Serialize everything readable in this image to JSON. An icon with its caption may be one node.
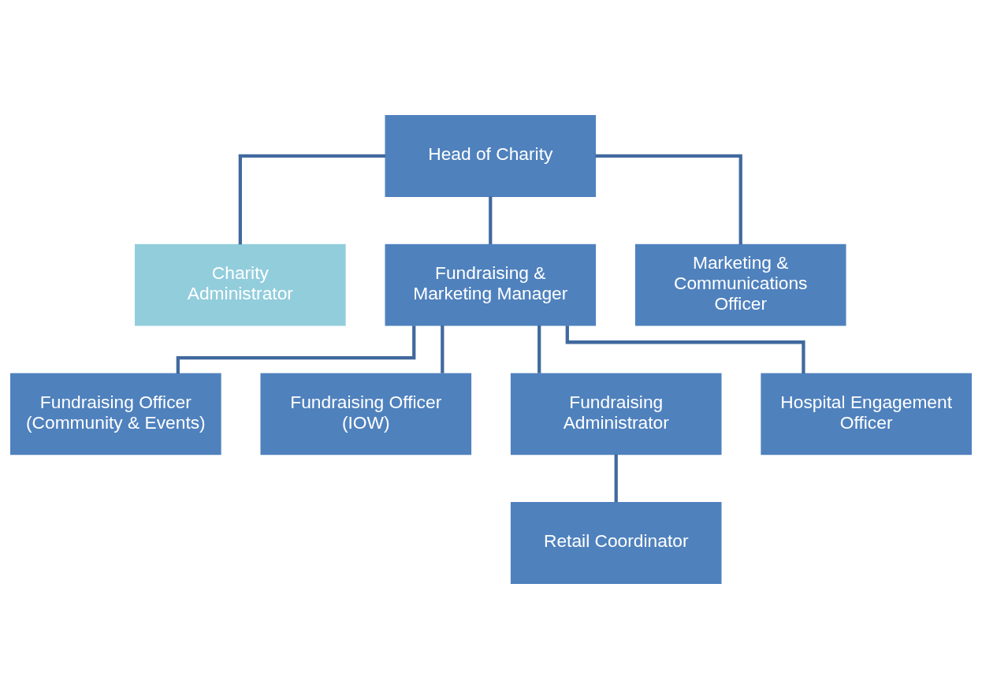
{
  "diagram": {
    "nodes": [
      {
        "text": [
          "Head of Charity"
        ]
      },
      {
        "text": [
          "Charity Administrator"
        ]
      },
      {
        "text": [
          "Fundraising & Marketing Manager"
        ]
      },
      {
        "text": [
          "Marketing & Communications Officer"
        ]
      },
      {
        "text": [
          "Fundraising Officer (Community & Events)"
        ]
      },
      {
        "text": [
          "Fundraising Officer (IOW)"
        ]
      },
      {
        "text": [
          "Fundraising Administrator"
        ]
      },
      {
        "text": [
          "Hospital Engagement Officer"
        ]
      },
      {
        "text": [
          "Retail Coordinator"
        ]
      }
    ],
    "edges": [
      {
        "from": 0,
        "to": 1,
        "arrow": "none"
      },
      {
        "from": 0,
        "to": 2,
        "arrow": "none"
      },
      {
        "from": 0,
        "to": 3,
        "arrow": "none"
      },
      {
        "from": 2,
        "to": 4,
        "arrow": "none"
      },
      {
        "from": 2,
        "to": 5,
        "arrow": "none"
      },
      {
        "from": 2,
        "to": 6,
        "arrow": "none"
      },
      {
        "from": 2,
        "to": 7,
        "arrow": "none"
      },
      {
        "from": 6,
        "to": 8,
        "arrow": "none"
      }
    ]
  }
}
